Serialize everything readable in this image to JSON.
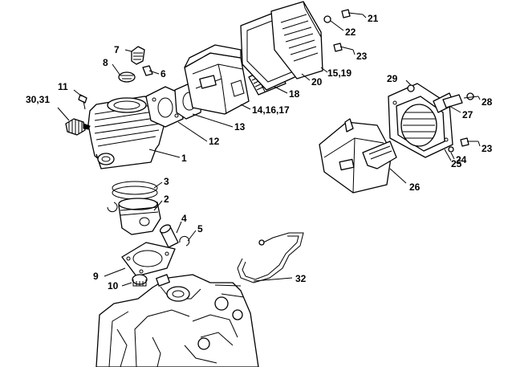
{
  "diagram": {
    "callouts": [
      {
        "id": "c1",
        "text": "1"
      },
      {
        "id": "c2",
        "text": "2"
      },
      {
        "id": "c3",
        "text": "3"
      },
      {
        "id": "c4",
        "text": "4"
      },
      {
        "id": "c5",
        "text": "5"
      },
      {
        "id": "c6",
        "text": "6"
      },
      {
        "id": "c7",
        "text": "7"
      },
      {
        "id": "c8",
        "text": "8"
      },
      {
        "id": "c9",
        "text": "9"
      },
      {
        "id": "c10",
        "text": "10"
      },
      {
        "id": "c11",
        "text": "11"
      },
      {
        "id": "c12",
        "text": "12"
      },
      {
        "id": "c13",
        "text": "13"
      },
      {
        "id": "c14",
        "text": "14,16,17"
      },
      {
        "id": "c15",
        "text": "15,19"
      },
      {
        "id": "c18",
        "text": "18"
      },
      {
        "id": "c20",
        "text": "20"
      },
      {
        "id": "c21",
        "text": "21"
      },
      {
        "id": "c22",
        "text": "22"
      },
      {
        "id": "c23a",
        "text": "23"
      },
      {
        "id": "c23b",
        "text": "23"
      },
      {
        "id": "c24",
        "text": "24"
      },
      {
        "id": "c25",
        "text": "25"
      },
      {
        "id": "c26",
        "text": "26"
      },
      {
        "id": "c27",
        "text": "27"
      },
      {
        "id": "c28",
        "text": "28"
      },
      {
        "id": "c29",
        "text": "29"
      },
      {
        "id": "c30",
        "text": "30,31"
      },
      {
        "id": "c32",
        "text": "32"
      }
    ]
  }
}
